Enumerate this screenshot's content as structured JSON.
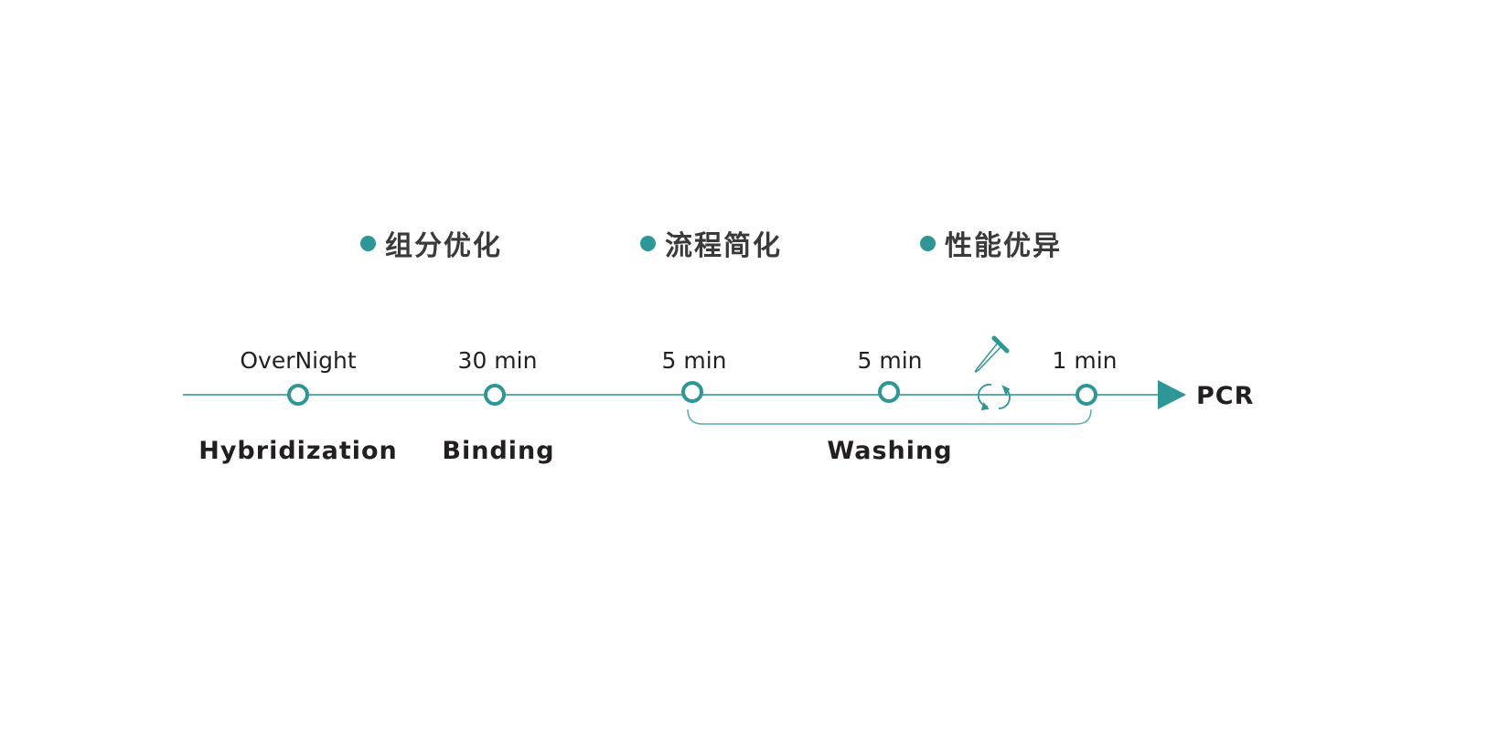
{
  "features": [
    "组分优化",
    "流程简化",
    "性能优异"
  ],
  "timeline": {
    "times": [
      "OverNight",
      "30 min",
      "5 min",
      "5 min",
      "1 min"
    ],
    "steps": [
      "Hybridization",
      "Binding",
      "Washing"
    ],
    "end_label": "PCR",
    "color": "#2e9696"
  }
}
